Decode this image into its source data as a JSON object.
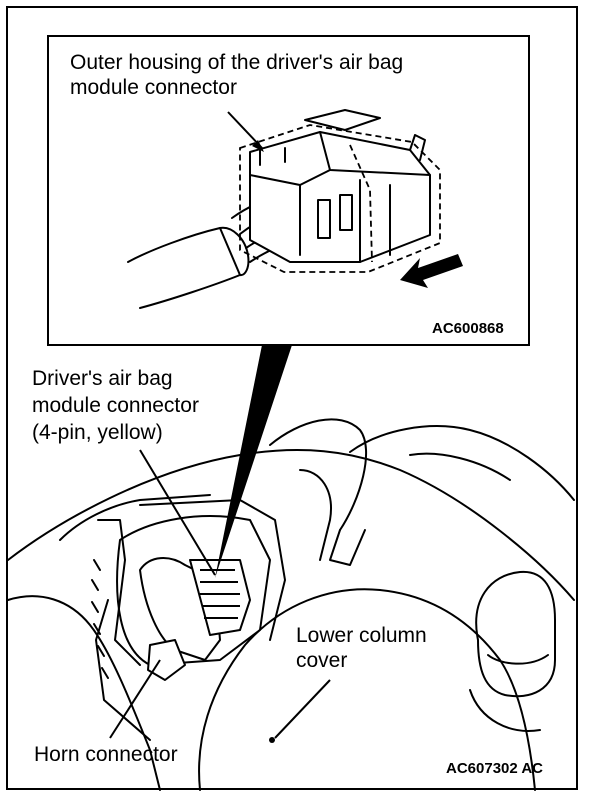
{
  "labels": {
    "outer_housing": "Outer housing of the driver's air bag\nmodule connector",
    "driver_connector": "Driver's air bag\nmodule connector\n(4-pin, yellow)",
    "lower_column_cover": "Lower column\ncover",
    "horn_connector": "Horn connector"
  },
  "codes": {
    "inset": "AC600868",
    "main": "AC607302 AC"
  },
  "colors": {
    "ink": "#000000",
    "paper": "#ffffff"
  }
}
